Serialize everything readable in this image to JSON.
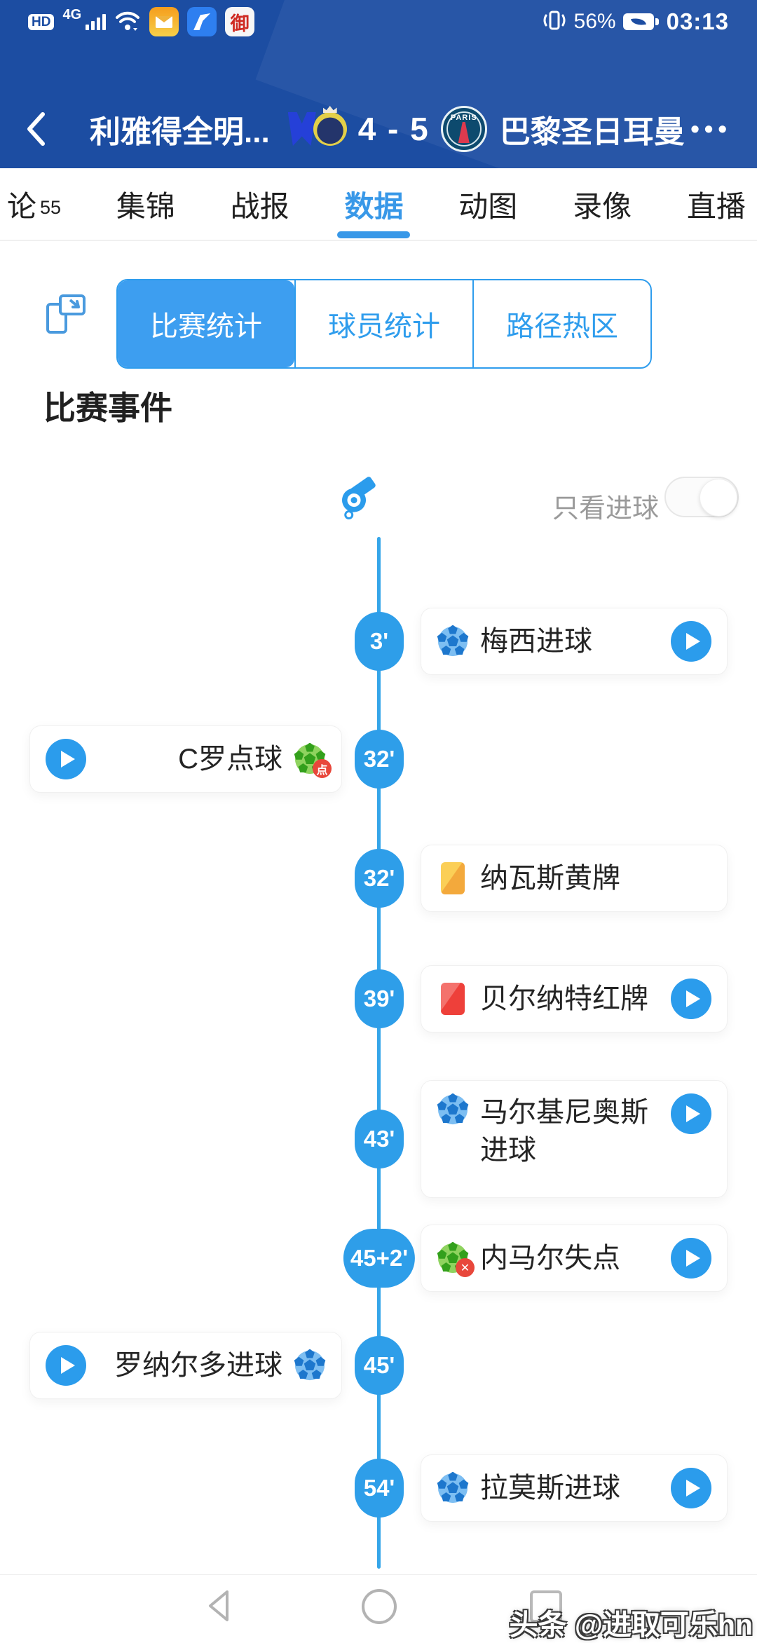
{
  "status_bar": {
    "hd_label": "HD",
    "network_label": "4G",
    "app_badge_label": "御",
    "icons": [
      "hd-icon",
      "signal-bars-icon",
      "wifi-icon",
      "mail-app-icon",
      "feather-app-icon",
      "yu-app-icon",
      "vibrate-icon",
      "battery-leaf-icon"
    ],
    "battery_percent": "56%",
    "time": "03:13"
  },
  "header": {
    "home_team": "利雅得全明...",
    "score": "4 - 5",
    "away_team": "巴黎圣日耳曼",
    "psg_label": "PARIS",
    "more_label": "•••"
  },
  "tabs": {
    "items": [
      {
        "label": "论",
        "badge": "55",
        "active": false
      },
      {
        "label": "集锦",
        "active": false
      },
      {
        "label": "战报",
        "active": false
      },
      {
        "label": "数据",
        "active": true
      },
      {
        "label": "动图",
        "active": false
      },
      {
        "label": "录像",
        "active": false
      },
      {
        "label": "直播",
        "active": false
      }
    ]
  },
  "subtabs": {
    "items": [
      {
        "label": "比赛统计",
        "active": true
      },
      {
        "label": "球员统计",
        "active": false
      },
      {
        "label": "路径热区",
        "active": false
      }
    ]
  },
  "section_title": "比赛事件",
  "timeline": {
    "header_icon": "whistle-icon",
    "filter_label": "只看进球",
    "toggle_on": false,
    "events": [
      {
        "minute": "3'",
        "text": "梅西进球",
        "icon": "goal-blue",
        "side": "right",
        "play": true
      },
      {
        "minute": "32'",
        "text": "C罗点球",
        "icon": "penalty-goal",
        "side": "left",
        "play": true
      },
      {
        "minute": "32'",
        "text": "纳瓦斯黄牌",
        "icon": "yellow-card",
        "side": "right",
        "play": false
      },
      {
        "minute": "39'",
        "text": "贝尔纳特红牌",
        "icon": "red-card",
        "side": "right",
        "play": true
      },
      {
        "minute": "43'",
        "text": "马尔基尼奥斯进球",
        "icon": "goal-blue",
        "side": "right",
        "play": true
      },
      {
        "minute": "45+2'",
        "text": "内马尔失点",
        "icon": "penalty-miss",
        "side": "right",
        "play": true
      },
      {
        "minute": "45'",
        "text": "罗纳尔多进球",
        "icon": "goal-blue",
        "side": "left",
        "play": true
      },
      {
        "minute": "54'",
        "text": "拉莫斯进球",
        "icon": "goal-blue",
        "side": "right",
        "play": true
      }
    ],
    "penalty_badge_label": "点",
    "miss_badge_label": "✕"
  },
  "bottom_nav": {
    "icons": [
      "back-triangle-icon",
      "home-circle-icon",
      "recents-square-icon"
    ]
  },
  "watermark": "头条 @进取可乐hn",
  "colors": {
    "appbar_blue": "#1c4da2",
    "accent_blue": "#2f9ded",
    "badge_blue": "#2e9ee9",
    "yellow_card": "#f5b942",
    "red_card": "#ee403a",
    "green_ball": "#8fd35f",
    "red_badge": "#e8473b"
  }
}
